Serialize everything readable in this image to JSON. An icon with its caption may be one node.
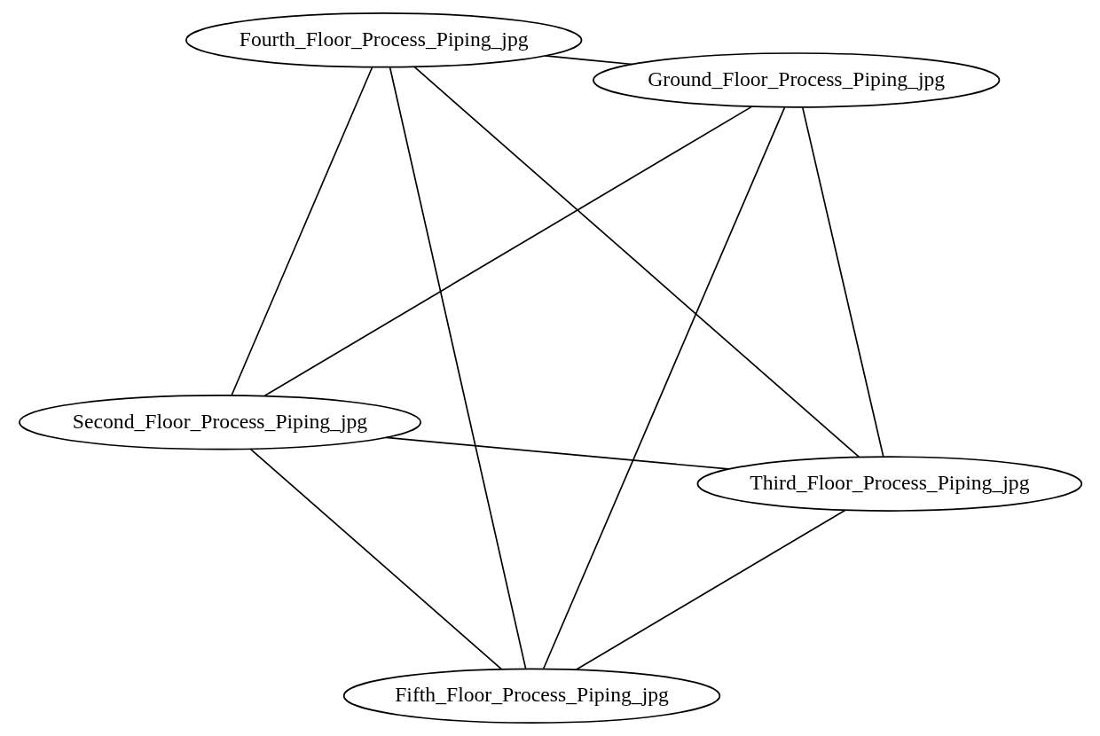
{
  "diagram": {
    "nodes": [
      {
        "text": [
          "Second_Floor_Process_Piping_jpg"
        ]
      },
      {
        "text": [
          "Third_Floor_Process_Piping_jpg"
        ]
      },
      {
        "text": [
          "Fifth_Floor_Process_Piping_jpg"
        ]
      },
      {
        "text": [
          "Fourth_Floor_Process_Piping_jpg"
        ]
      },
      {
        "text": [
          "Ground_Floor_Process_Piping_jpg"
        ]
      }
    ],
    "edges": [
      {
        "from": 0,
        "to": 1,
        "arrow": "none"
      },
      {
        "from": 0,
        "to": 2,
        "arrow": "none"
      },
      {
        "from": 0,
        "to": 4,
        "arrow": "none"
      },
      {
        "from": 0,
        "to": 3,
        "arrow": "none"
      },
      {
        "from": 1,
        "to": 2,
        "arrow": "none"
      },
      {
        "from": 1,
        "to": 4,
        "arrow": "none"
      },
      {
        "from": 1,
        "to": 3,
        "arrow": "none"
      },
      {
        "from": 2,
        "to": 3,
        "arrow": "none"
      },
      {
        "from": 2,
        "to": 4,
        "arrow": "none"
      },
      {
        "from": 3,
        "to": 4,
        "arrow": "none"
      }
    ]
  }
}
